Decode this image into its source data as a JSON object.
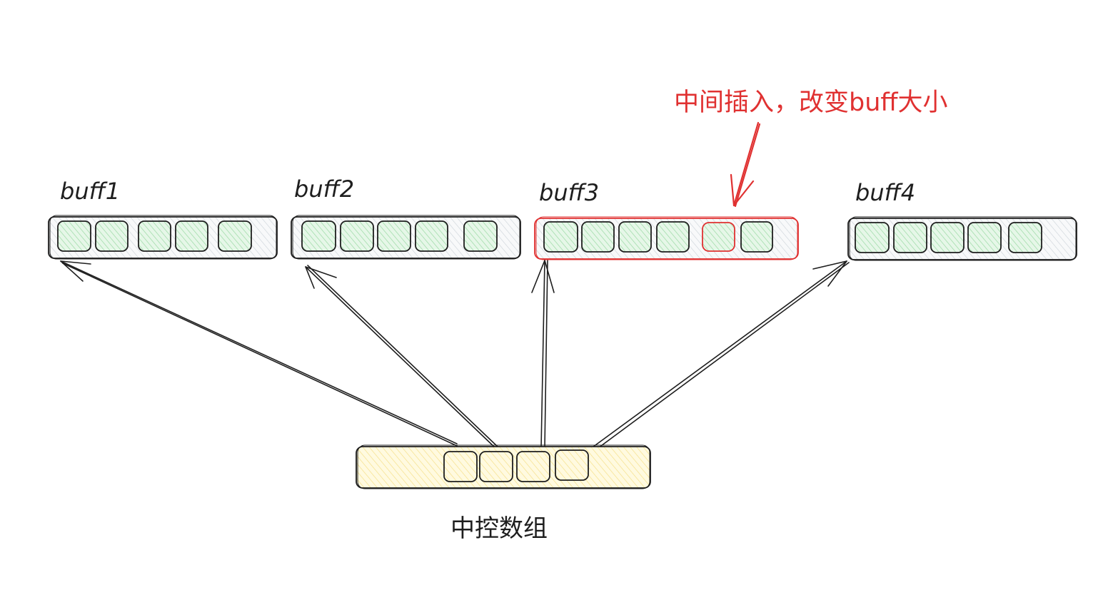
{
  "colors": {
    "stroke": "#1e1e1e",
    "buffer_fill": "#e9ecef",
    "cell_fill": "#b2f2bb",
    "central_fill": "#ffec99",
    "highlight": "#e03131"
  },
  "buffers": [
    {
      "label": "buff1",
      "cells": 5,
      "highlighted": false
    },
    {
      "label": "buff2",
      "cells": 5,
      "highlighted": false
    },
    {
      "label": "buff3",
      "cells": 6,
      "highlighted": true,
      "inserted_cell": 5
    },
    {
      "label": "buff4",
      "cells": 5,
      "highlighted": false
    }
  ],
  "central": {
    "label": "中控数组",
    "cells": 4
  },
  "annotation": {
    "text": "中间插入，改变buff大小",
    "target": "buff3"
  }
}
